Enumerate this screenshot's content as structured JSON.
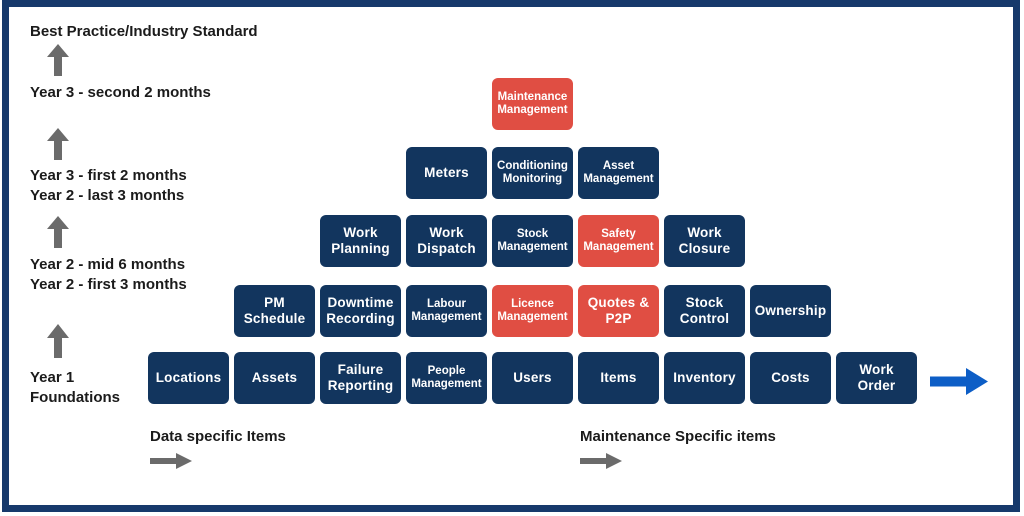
{
  "timeline": {
    "levels": [
      {
        "lines": [
          "Best Practice/Industry Standard"
        ]
      },
      {
        "lines": [
          "Year 3 - second 2 months"
        ]
      },
      {
        "lines": [
          "Year 3 - first 2 months",
          "Year 2 - last 3 months"
        ]
      },
      {
        "lines": [
          "Year 2 - mid 6 months",
          "Year 2 - first 3 months"
        ]
      },
      {
        "lines": [
          "Year 1",
          "Foundations"
        ]
      }
    ]
  },
  "pyramid": {
    "rows": [
      {
        "boxes": [
          {
            "label": "Maintenance Management",
            "col": 4,
            "color": "red"
          }
        ]
      },
      {
        "boxes": [
          {
            "label": "Meters",
            "col": 3,
            "color": "navy"
          },
          {
            "label": "Conditioning Monitoring",
            "col": 4,
            "color": "navy"
          },
          {
            "label": "Asset Management",
            "col": 5,
            "color": "navy"
          }
        ]
      },
      {
        "boxes": [
          {
            "label": "Work Planning",
            "col": 2,
            "color": "navy"
          },
          {
            "label": "Work Dispatch",
            "col": 3,
            "color": "navy"
          },
          {
            "label": "Stock Management",
            "col": 4,
            "color": "navy"
          },
          {
            "label": "Safety Management",
            "col": 5,
            "color": "red"
          },
          {
            "label": "Work Closure",
            "col": 6,
            "color": "navy"
          }
        ]
      },
      {
        "boxes": [
          {
            "label": "PM Schedule",
            "col": 1,
            "color": "navy"
          },
          {
            "label": "Downtime Recording",
            "col": 2,
            "color": "navy"
          },
          {
            "label": "Labour Management",
            "col": 3,
            "color": "navy"
          },
          {
            "label": "Licence Management",
            "col": 4,
            "color": "red"
          },
          {
            "label": "Quotes & P2P",
            "col": 5,
            "color": "red"
          },
          {
            "label": "Stock Control",
            "col": 6,
            "color": "navy"
          },
          {
            "label": "Ownership",
            "col": 7,
            "color": "navy"
          }
        ]
      },
      {
        "boxes": [
          {
            "label": "Locations",
            "col": 0,
            "color": "navy"
          },
          {
            "label": "Assets",
            "col": 1,
            "color": "navy"
          },
          {
            "label": "Failure Reporting",
            "col": 2,
            "color": "navy"
          },
          {
            "label": "People Management",
            "col": 3,
            "color": "navy"
          },
          {
            "label": "Users",
            "col": 4,
            "color": "navy"
          },
          {
            "label": "Items",
            "col": 5,
            "color": "navy"
          },
          {
            "label": "Inventory",
            "col": 6,
            "color": "navy"
          },
          {
            "label": "Costs",
            "col": 7,
            "color": "navy"
          },
          {
            "label": "Work Order",
            "col": 8,
            "color": "navy"
          }
        ]
      }
    ]
  },
  "footnotes": [
    {
      "label": "Data specific Items"
    },
    {
      "label": "Maintenance Specific items"
    }
  ],
  "colors": {
    "box_navy": "#12355E",
    "box_red": "#E04E43",
    "arrow_gray": "#6B6B6B",
    "arrow_blue": "#0D5EC6",
    "frame_border": "#16396B",
    "text_dark": "#1B1B1B"
  }
}
